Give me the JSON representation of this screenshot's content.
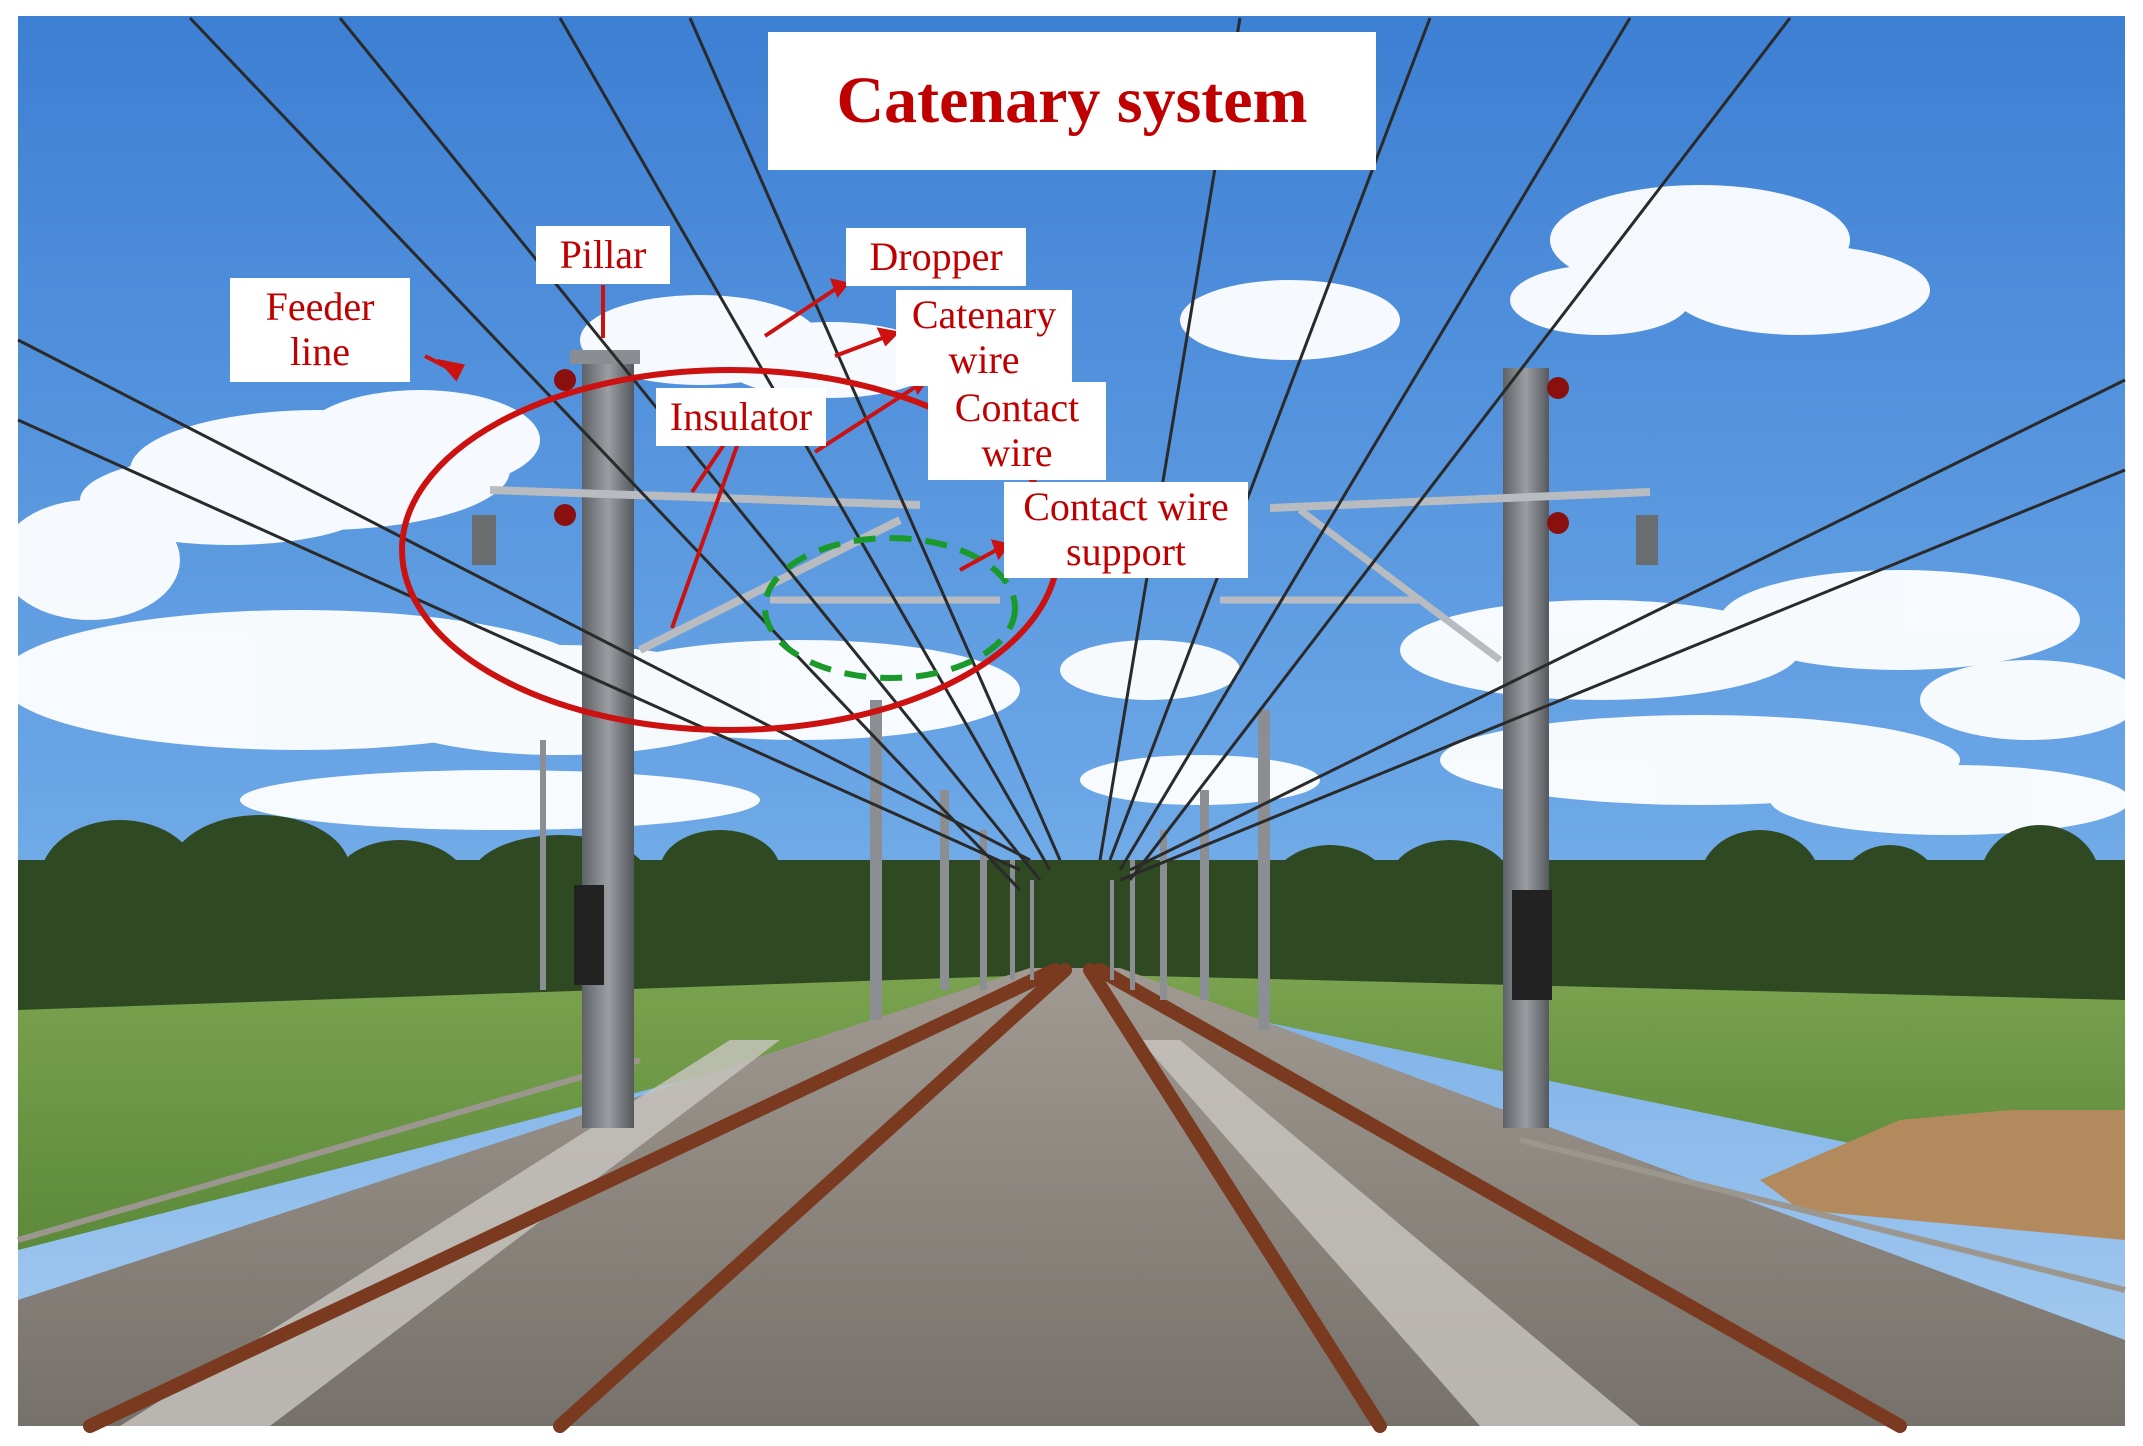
{
  "title": "Catenary system",
  "labels": {
    "feeder_line": {
      "line1": "Feeder",
      "line2": "line"
    },
    "pillar": "Pillar",
    "dropper": "Dropper",
    "catenary_wire": {
      "line1": "Catenary",
      "line2": "wire"
    },
    "insulator": "Insulator",
    "contact_wire": {
      "line1": "Contact",
      "line2": "wire"
    },
    "contact_wire_support": {
      "line1": "Contact wire",
      "line2": "support"
    }
  },
  "colors": {
    "label_text": "#c00000",
    "annotation_red": "#cc1111",
    "annotation_green": "#1a9a2a",
    "sky_top": "#3f83d6",
    "sky_bottom": "#9cc7ef",
    "ballast": "#8f8a84",
    "field": "#6e9a47"
  }
}
